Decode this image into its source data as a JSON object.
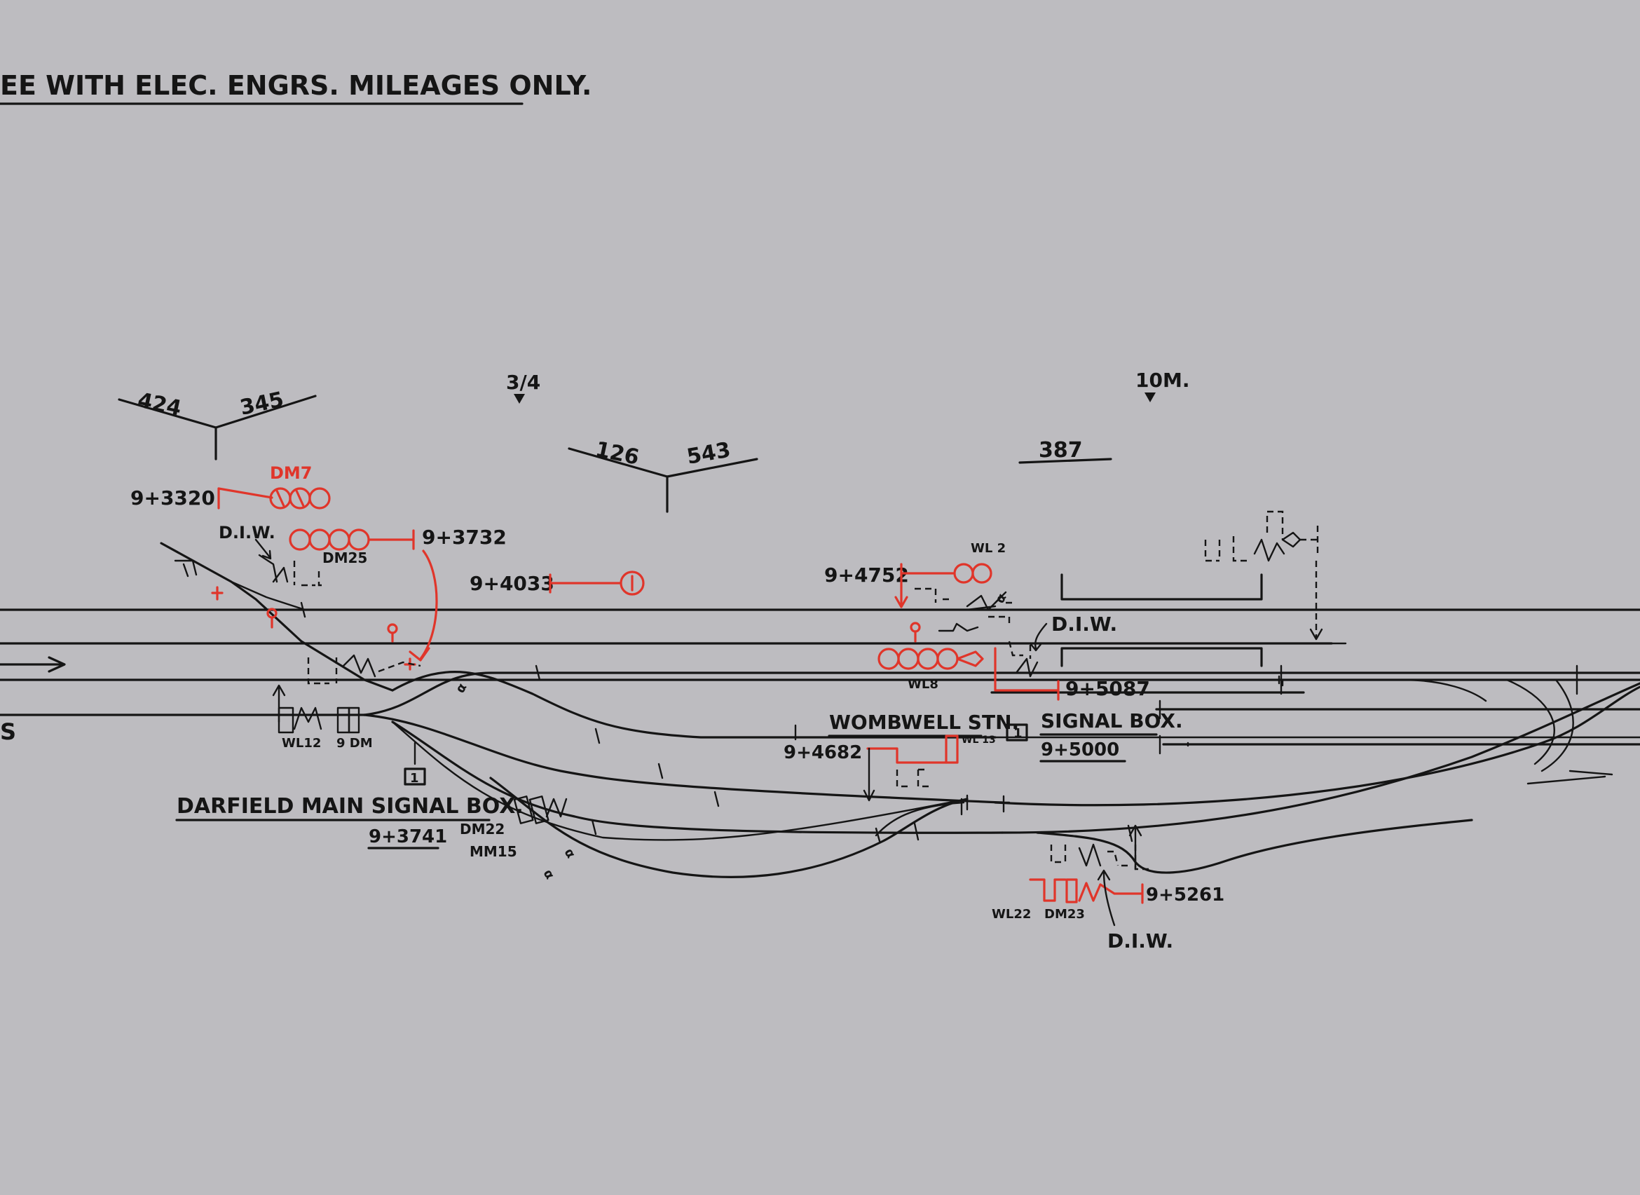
{
  "diagram": {
    "header_note": "EE WITH ELEC. ENGRS. MILEAGES ONLY.",
    "direction_arrow_label": "S",
    "mileposts": [
      {
        "label": "3/4"
      },
      {
        "label": "10M."
      }
    ],
    "junction_numbers": [
      {
        "left": "424",
        "right": "345"
      },
      {
        "left": "126",
        "right": "543"
      }
    ],
    "track_circuit_label": "387",
    "mileages": [
      "9+3320",
      "9+3732",
      "9+4033",
      "9+4752",
      "9+5087",
      "9+4682",
      "9+5000",
      "9+3741",
      "9+5261"
    ],
    "signal_labels": [
      "DM7",
      "DM25",
      "WL 2",
      "WL8",
      "WL12",
      "9 DM",
      "WL 13",
      "DM22",
      "MM15",
      "WL22",
      "DM23"
    ],
    "diw_labels": [
      "D.I.W.",
      "D.I.W.",
      "D.I.W."
    ],
    "box_labels": {
      "darfield": "DARFIELD MAIN SIGNAL BOX.",
      "wombwell_stn": "WOMBWELL STN.",
      "signal_box": "SIGNAL BOX.",
      "ground_frame_1": "1",
      "ground_frame_2": "1"
    },
    "colors": {
      "ink": "#151515",
      "new_work_red": "#e0352a",
      "linen": "#bdbcc0"
    }
  }
}
